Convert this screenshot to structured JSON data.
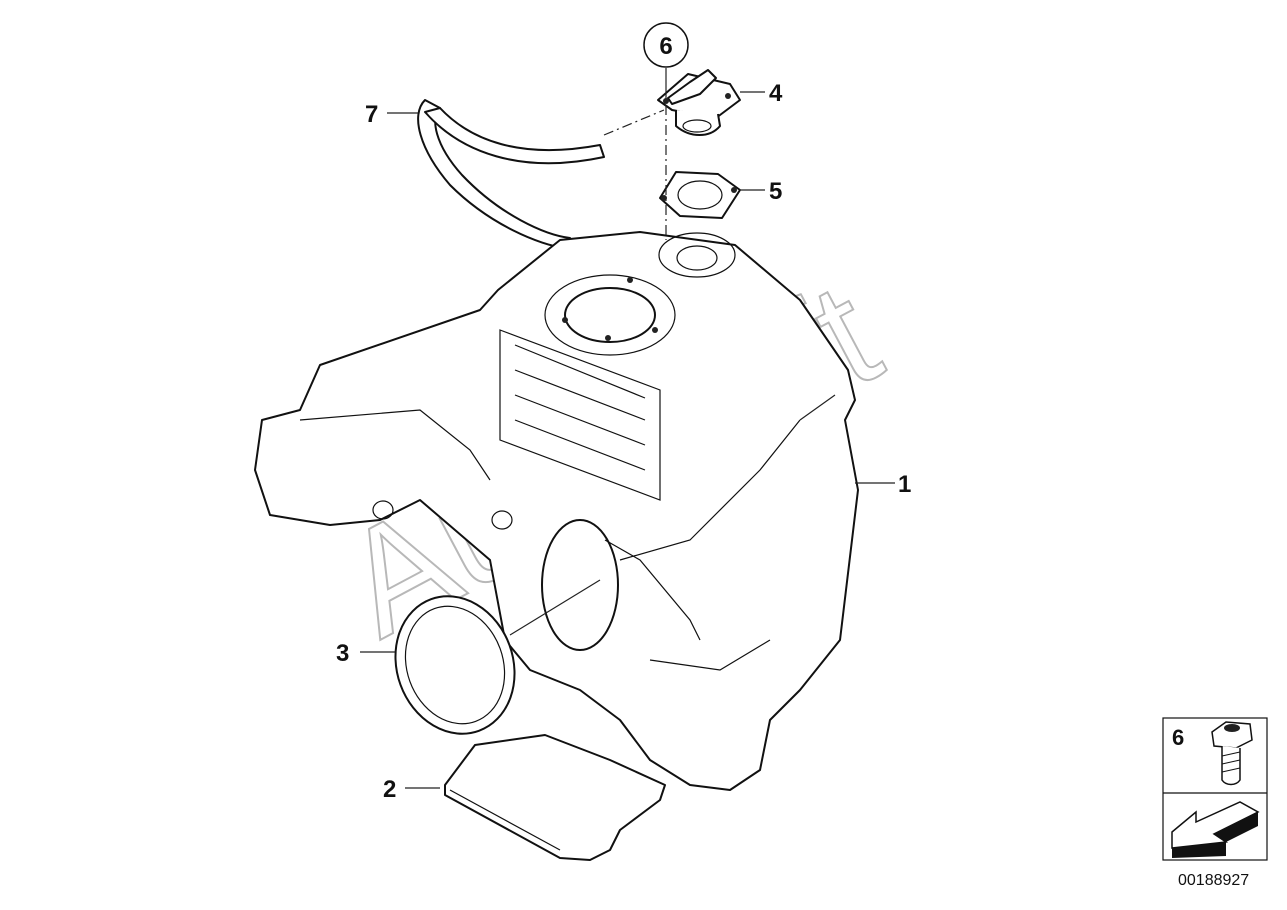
{
  "callouts": {
    "c1": "1",
    "c2": "2",
    "c3": "3",
    "c4": "4",
    "c5": "5",
    "c6": "6",
    "c7": "7"
  },
  "legend": {
    "item_number": "6",
    "item_icon": "bolt-icon",
    "nav_icon": "arrow-icon"
  },
  "watermark": "AutoSoft",
  "document_number": "00188927"
}
